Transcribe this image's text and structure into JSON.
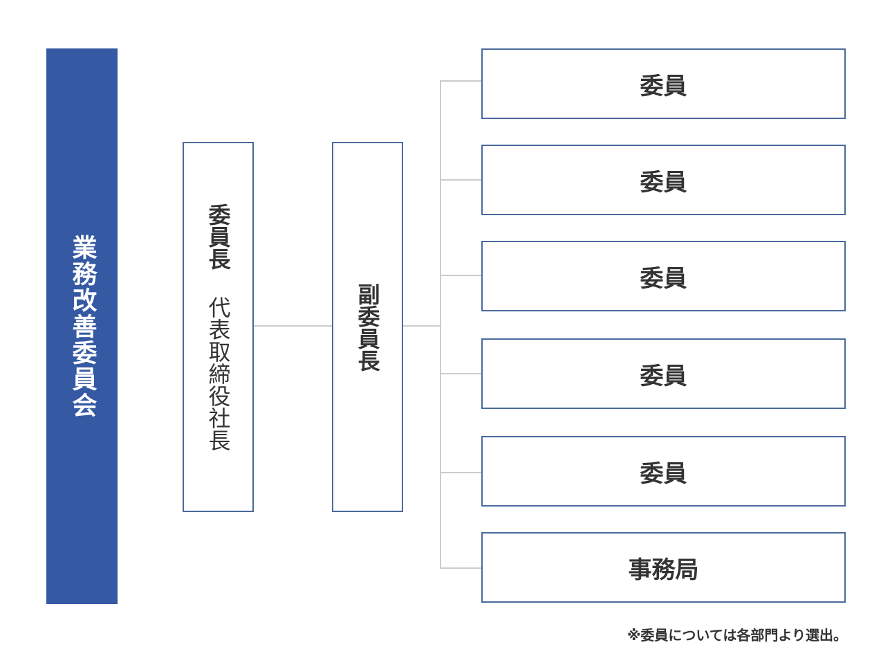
{
  "committee": {
    "title": "業務改善委員会"
  },
  "chair": {
    "role": "委員長",
    "name": "代表取締役社長"
  },
  "vice_chair": {
    "role": "副委員長"
  },
  "members": [
    {
      "label": "委員"
    },
    {
      "label": "委員"
    },
    {
      "label": "委員"
    },
    {
      "label": "委員"
    },
    {
      "label": "委員"
    },
    {
      "label": "事務局"
    }
  ],
  "footnote": "※委員については各部門より選出。",
  "colors": {
    "side_bar": "#3559a3",
    "box_border": "#4a6a9c",
    "connector": "#cccccc"
  }
}
